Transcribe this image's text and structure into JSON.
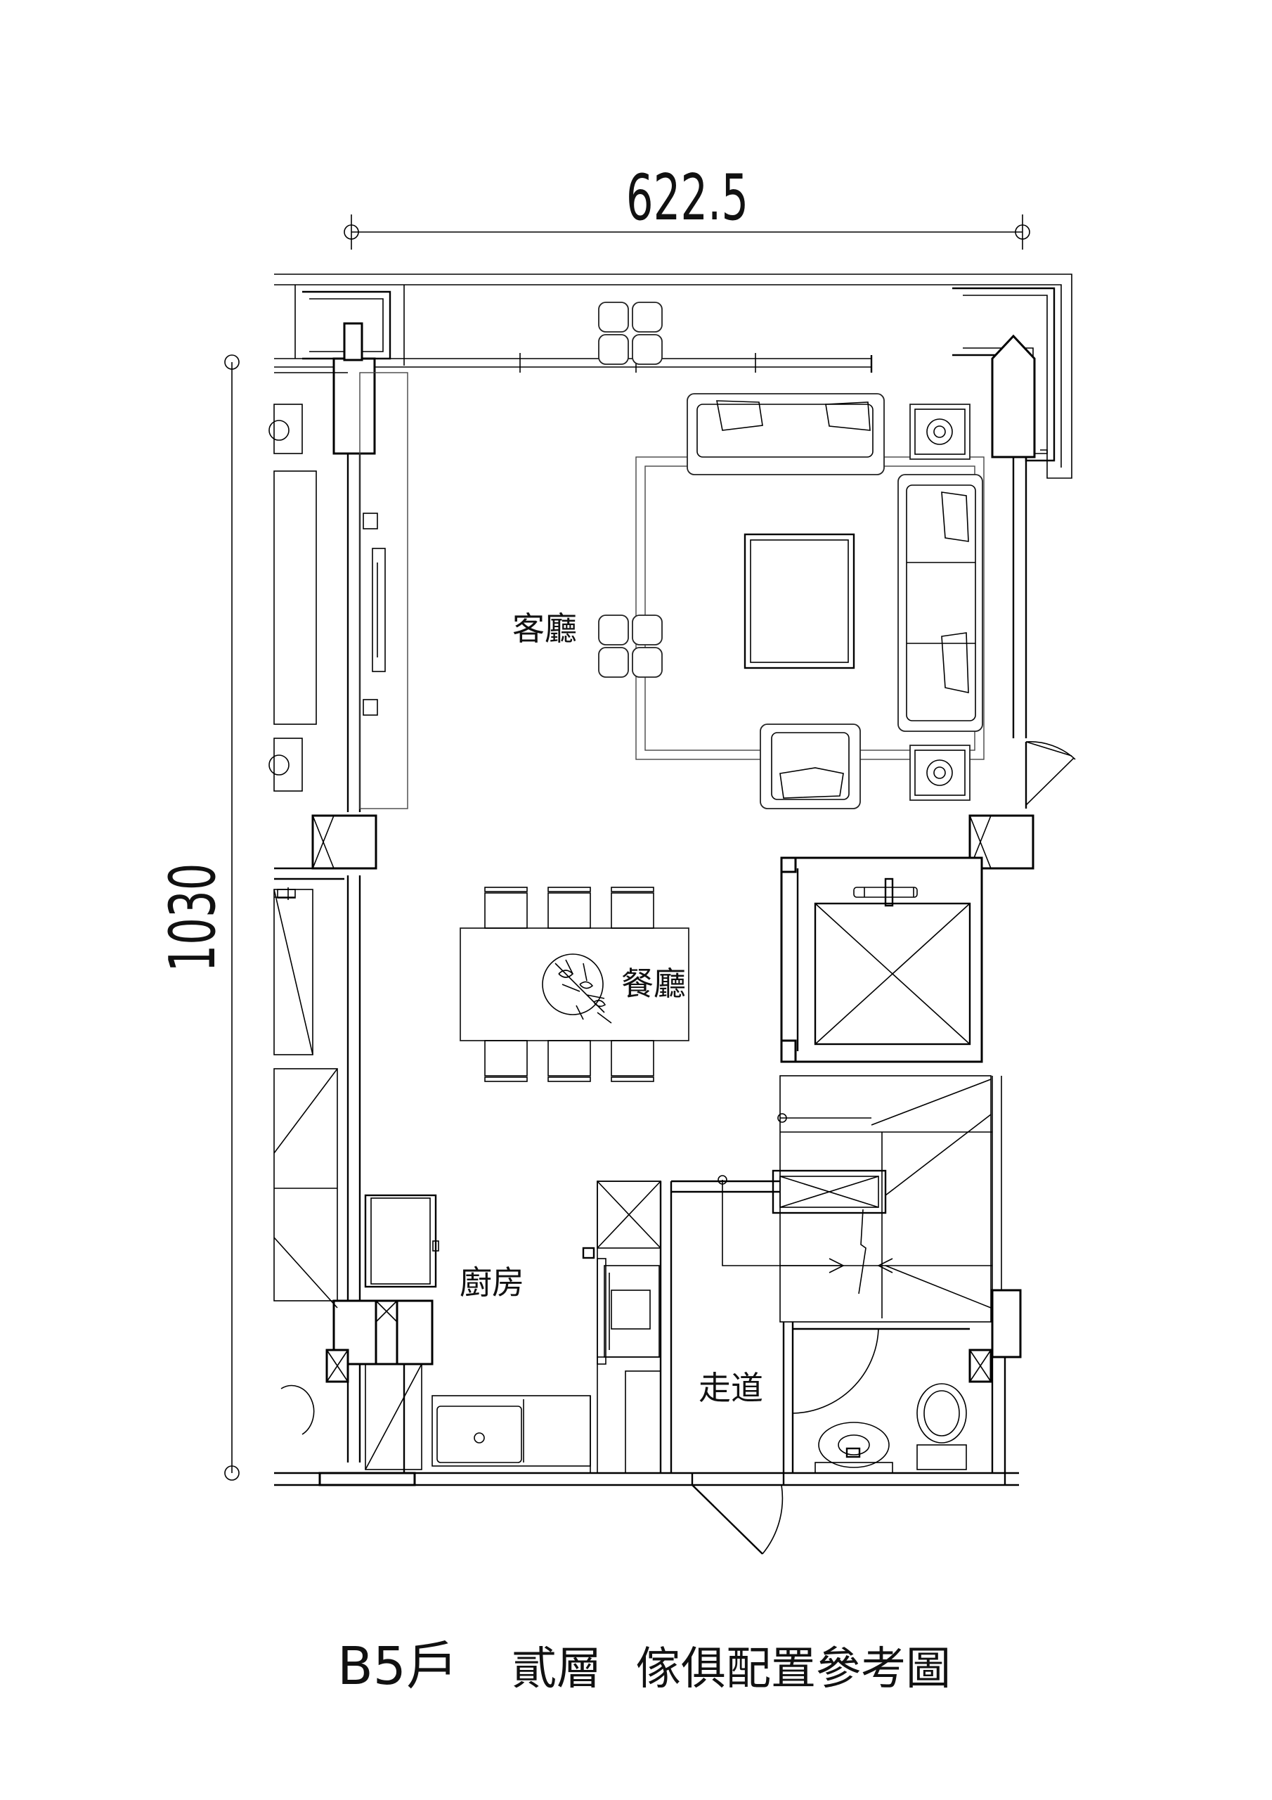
{
  "dimensions": {
    "width_label": "622.5",
    "height_label": "1030"
  },
  "rooms": {
    "living": "客廳",
    "dining": "餐廳",
    "kitchen": "廚房",
    "corridor": "走道"
  },
  "caption": {
    "unit": "B5戶",
    "floor": "貳層",
    "title": "傢俱配置參考圖"
  },
  "icons": {
    "logo": "plant-logo-icon",
    "elevator": "elevator-icon",
    "stairs": "stairs-icon"
  },
  "colors": {
    "line": "#000000",
    "background": "#ffffff"
  }
}
